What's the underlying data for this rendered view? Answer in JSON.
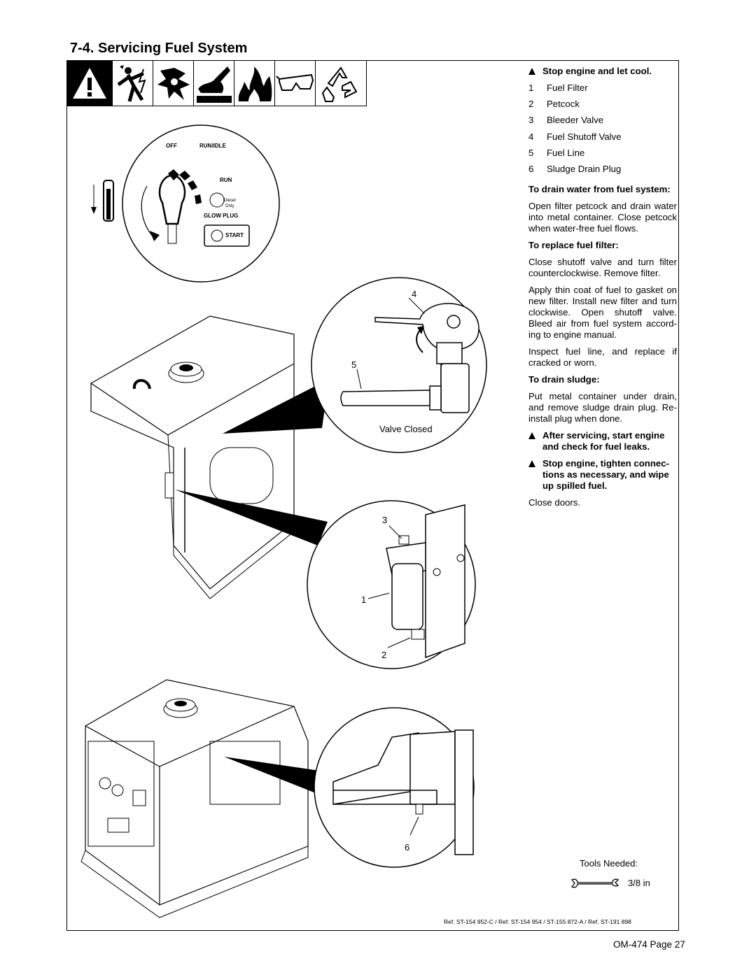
{
  "header": {
    "title": "7-4.   Servicing Fuel System"
  },
  "hazard_icons": [
    "warning-triangle-icon",
    "electric-shock-icon",
    "moving-parts-icon",
    "hot-parts-icon",
    "fire-icon",
    "safety-glasses-icon",
    "recycle-icon"
  ],
  "control_panel": {
    "off": "OFF",
    "run_idle": "RUN/IDLE",
    "run": "RUN",
    "diesel": "Diesel",
    "only": "Only",
    "glow_plug": "GLOW PLUG",
    "start": "START"
  },
  "callouts": {
    "c1": "1",
    "c2": "2",
    "c3": "3",
    "c4": "4",
    "c5": "5",
    "c6": "6",
    "valve_closed": "Valve Closed"
  },
  "instructions": {
    "warning_stop": "Stop engine and let cool.",
    "items": [
      {
        "num": "1",
        "label": "Fuel Filter"
      },
      {
        "num": "2",
        "label": "Petcock"
      },
      {
        "num": "3",
        "label": "Bleeder Valve"
      },
      {
        "num": "4",
        "label": "Fuel Shutoff Valve"
      },
      {
        "num": "5",
        "label": "Fuel Line"
      },
      {
        "num": "6",
        "label": "Sludge Drain Plug"
      }
    ],
    "drain_water_heading": "To drain water from fuel system:",
    "drain_water_text": "Open filter petcock and drain water into metal container. Close petcock when water-free fuel flows.",
    "replace_filter_heading": "To replace fuel filter:",
    "replace_filter_text1": "Close shutoff valve and turn filter counterclockwise. Remove filter.",
    "replace_filter_text2": "Apply thin coat of fuel to gasket on new filter. Install new filter and turn clockwise. Open shutoff valve. Bleed air from fuel system accord- ing to engine manual.",
    "replace_filter_text3": "Inspect fuel line, and replace if cracked or worn.",
    "drain_sludge_heading": "To drain sludge:",
    "drain_sludge_text": "Put metal container under drain, and remove sludge drain plug. Re- install plug when done.",
    "warning_after": "After servicing, start engine and check for fuel leaks.",
    "warning_tighten": "Stop engine, tighten connec- tions as necessary, and wipe up spilled fuel.",
    "close_doors": "Close doors."
  },
  "tools": {
    "label": "Tools Needed:",
    "size": "3/8 in"
  },
  "footer": {
    "ref": "Ref. ST-154 952-C / Ref. ST-154 954 / ST-155 872-A / Ref. ST-191 898",
    "page": "OM-474 Page 27"
  }
}
